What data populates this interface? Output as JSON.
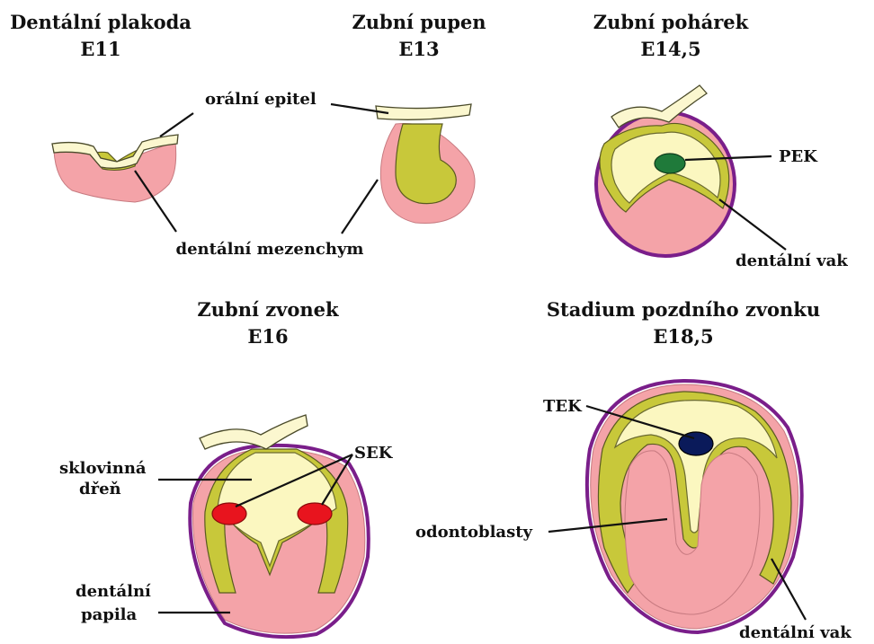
{
  "stages": [
    {
      "name": "Dentální plakoda",
      "age": "E11"
    },
    {
      "name": "Zubní pupen",
      "age": "E13"
    },
    {
      "name": "Zubní pohárek",
      "age": "E14,5"
    },
    {
      "name": "Zubní zvonek",
      "age": "E16"
    },
    {
      "name": "Stadium pozdního zvonku",
      "age": "E18,5"
    }
  ],
  "labels": {
    "oral_epithelium": "orální epitel",
    "dental_mesenchyme": "dentální mezenchym",
    "pek": "PEK",
    "dental_sac_1": "dentální vak",
    "sek": "SEK",
    "stellate_reticulum_line1": "sklovinná",
    "stellate_reticulum_line2": "dřeň",
    "dental_papilla_line1": "dentální",
    "dental_papilla_line2": "papila",
    "tek": "TEK",
    "odontoblasts": "odontoblasty",
    "dental_sac_2": "dentální vak"
  },
  "colors": {
    "oral_epithelium": "#fbf7cf",
    "mesenchyme": "#f4a3a8",
    "epithelium_olive": "#c8c83a",
    "dental_sac": "#7a1e8a",
    "pek": "#1f7a3a",
    "sek": "#e8141e",
    "tek": "#0a1a5a"
  }
}
